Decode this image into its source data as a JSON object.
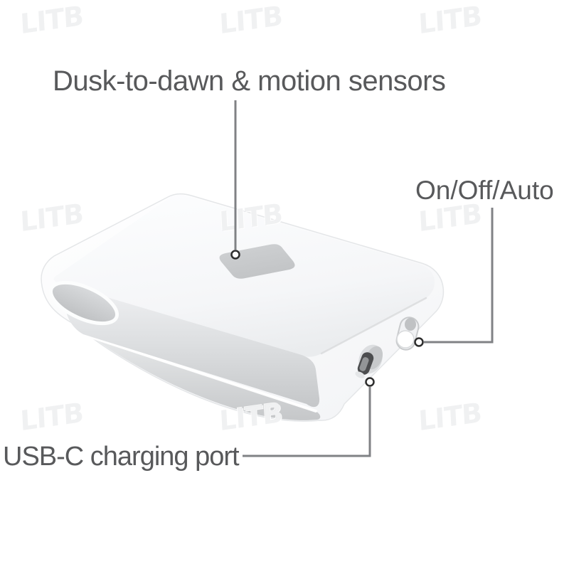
{
  "watermark": {
    "text": "LITB"
  },
  "labels": {
    "sensor": "Dusk-to-dawn & motion sensors",
    "mode": "On/Off/Auto",
    "usb": "USB-C charging port"
  },
  "colors": {
    "background": "#ffffff",
    "label_text": "#58595b",
    "leader_line": "#808285",
    "marker_stroke": "#2d2d2d",
    "marker_fill": "#ffffff",
    "device_face_gray": "#c6c8ca",
    "sensor_window_gray": "#c9cbcd",
    "usb_slot_dark": "#4c4d4f"
  }
}
